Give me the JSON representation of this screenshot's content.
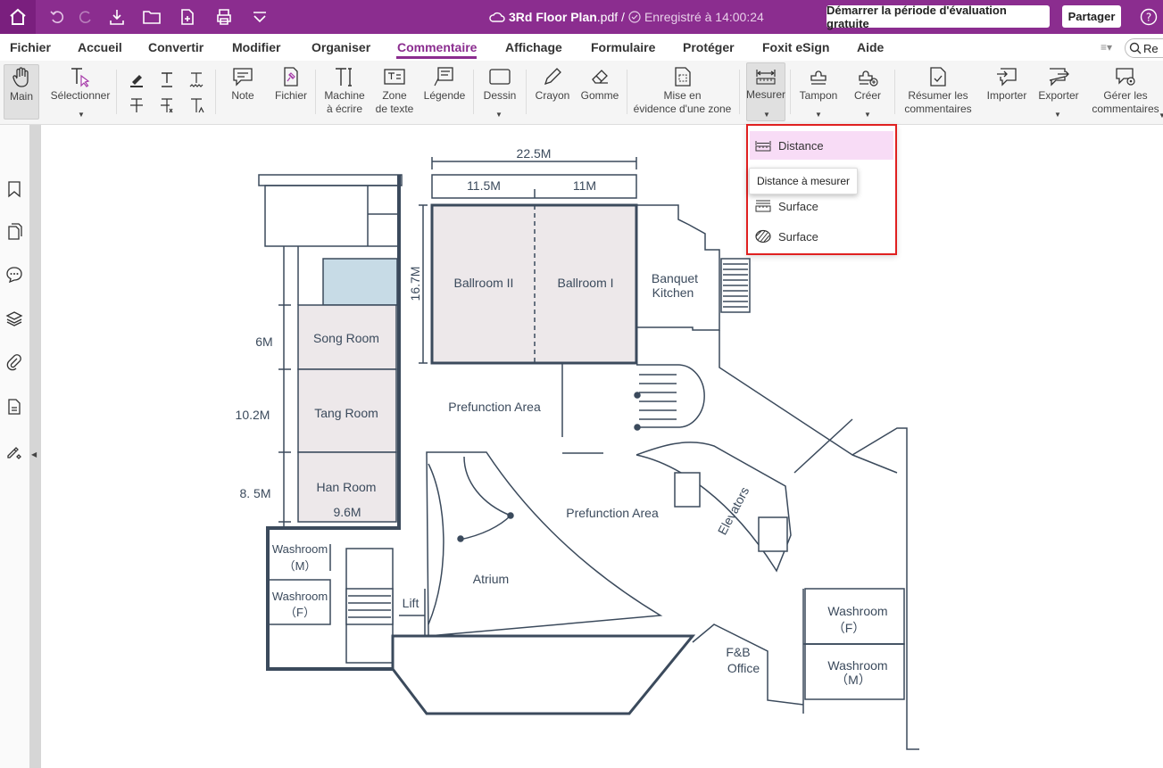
{
  "titlebar": {
    "file_name": "3Rd Floor Plan",
    "file_ext": ".pdf /",
    "saved_status": "Enregistré à 14:00:24",
    "trial_button": "Démarrer la période d'évaluation gratuite",
    "share_button": "Partager"
  },
  "menu": {
    "items": [
      "Fichier",
      "Accueil",
      "Convertir",
      "Modifier",
      "Organiser",
      "Commentaire",
      "Affichage",
      "Formulaire",
      "Protéger",
      "Foxit eSign",
      "Aide"
    ],
    "active": "Commentaire",
    "search_text": "Re"
  },
  "toolbar": {
    "main": "Main",
    "select": "Sélectionner",
    "note": "Note",
    "file": "Fichier",
    "typewriter_1": "Machine",
    "typewriter_2": "à écrire",
    "textbox_1": "Zone",
    "textbox_2": "de texte",
    "callout": "Légende",
    "drawing": "Dessin",
    "pencil": "Crayon",
    "eraser": "Gomme",
    "area_highlight_1": "Mise en",
    "area_highlight_2": "évidence d'une zone",
    "measure": "Mesurer",
    "stamp": "Tampon",
    "create": "Créer",
    "summarize_1": "Résumer les",
    "summarize_2": "commentaires",
    "import": "Importer",
    "export": "Exporter",
    "manage_1": "Gérer les",
    "manage_2": "commentaires"
  },
  "dropdown": {
    "items": [
      "Distance",
      "Surface",
      "Surface"
    ],
    "tooltip": "Distance à mesurer"
  },
  "plan": {
    "dim_total": "22.5M",
    "dim_left": "11.5M",
    "dim_right": "11M",
    "dim_height": "16.7M",
    "dim_6": "6M",
    "dim_10": "10.2M",
    "dim_8": "8. 5M",
    "dim_96": "9.6M",
    "ballroom_2": "Ballroom II",
    "ballroom_1": "Ballroom I",
    "banquet_1": "Banquet",
    "banquet_2": "Kitchen",
    "song_room": "Song Room",
    "tang_room": "Tang Room",
    "han_room": "Han Room",
    "prefunction_1": "Prefunction Area",
    "prefunction_2": "Prefunction Area",
    "elevators": "Elevators",
    "washroom_m_1": "Washroom",
    "washroom_m_2": "（M）",
    "washroom_f_1": "Washroom",
    "washroom_f_2": "（F）",
    "lift": "Lift",
    "atrium": "Atrium",
    "fb_1": "F&B",
    "fb_2": "Office",
    "washroom_rf_1": "Washroom",
    "washroom_rf_2": "（F）",
    "washroom_rm_1": "Washroom",
    "washroom_rm_2": "（M）"
  }
}
